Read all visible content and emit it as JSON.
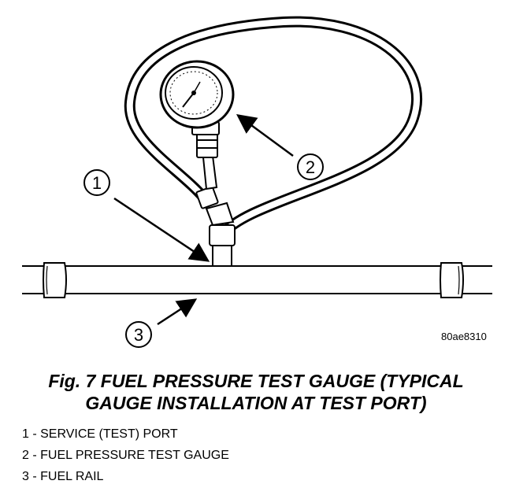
{
  "figure": {
    "code": "80ae8310",
    "caption_line1": "Fig. 7 FUEL PRESSURE TEST GAUGE (TYPICAL",
    "caption_line2": "GAUGE INSTALLATION AT TEST PORT)"
  },
  "callouts": {
    "c1": "1",
    "c2": "2",
    "c3": "3"
  },
  "legend": [
    "1 - SERVICE (TEST) PORT",
    "2 - FUEL PRESSURE TEST GAUGE",
    "3 - FUEL RAIL"
  ]
}
